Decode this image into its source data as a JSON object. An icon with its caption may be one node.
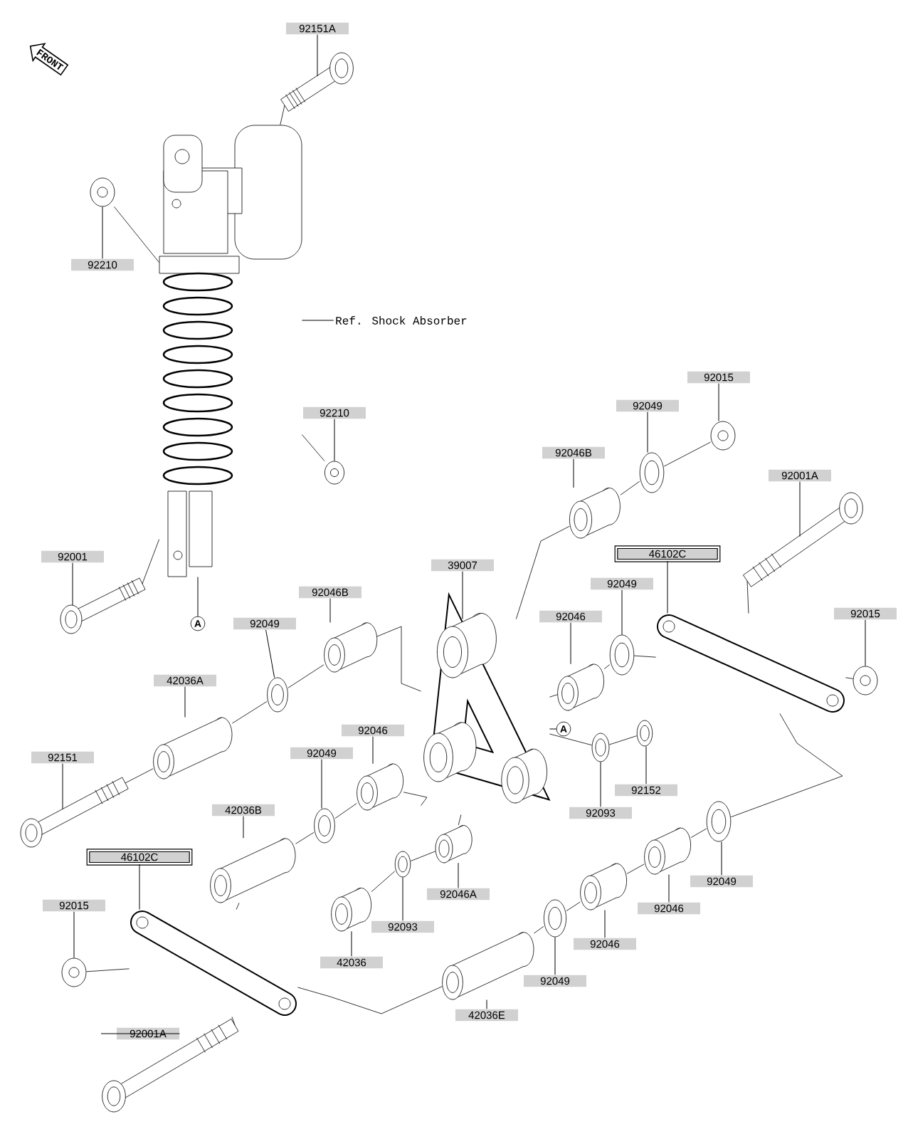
{
  "diagram": {
    "nodes": [
      {
        "text": [
          "92151A"
        ]
      },
      {
        "text": [
          "92210"
        ]
      },
      {
        "text": [
          "Ref. Shock Absorber"
        ]
      },
      {
        "text": [
          "92210"
        ]
      },
      {
        "text": [
          "92001"
        ]
      },
      {
        "text": [
          "A"
        ]
      },
      {
        "text": [
          "92046B"
        ]
      },
      {
        "text": [
          "92049"
        ]
      },
      {
        "text": [
          "42036A"
        ]
      },
      {
        "text": [
          "39007"
        ]
      },
      {
        "text": [
          "92046B"
        ]
      },
      {
        "text": [
          "92049"
        ]
      },
      {
        "text": [
          "92015"
        ]
      },
      {
        "text": [
          "92001A"
        ]
      },
      {
        "text": [
          "46102C"
        ]
      },
      {
        "text": [
          "92049"
        ]
      },
      {
        "text": [
          "92046"
        ]
      },
      {
        "text": [
          "92015"
        ]
      },
      {
        "text": [
          "92151"
        ]
      },
      {
        "text": [
          "92049"
        ]
      },
      {
        "text": [
          "92046"
        ]
      },
      {
        "text": [
          "A"
        ]
      },
      {
        "text": [
          "92152"
        ]
      },
      {
        "text": [
          "92093"
        ]
      },
      {
        "text": [
          "42036B"
        ]
      },
      {
        "text": [
          "46102C"
        ]
      },
      {
        "text": [
          "92015"
        ]
      },
      {
        "text": [
          "92093"
        ]
      },
      {
        "text": [
          "92046A"
        ]
      },
      {
        "text": [
          "42036"
        ]
      },
      {
        "text": [
          "92049"
        ]
      },
      {
        "text": [
          "92046"
        ]
      },
      {
        "text": [
          "92046"
        ]
      },
      {
        "text": [
          "92049"
        ]
      },
      {
        "text": [
          "42036E"
        ]
      },
      {
        "text": [
          "92001A"
        ]
      },
      {
        "text": [],
        "shape": "picture"
      },
      {
        "text": [],
        "shape": "picture"
      },
      {
        "text": [],
        "shape": "picture"
      },
      {
        "text": [],
        "shape": "picture"
      },
      {
        "text": [],
        "shape": "picture"
      },
      {
        "text": [],
        "shape": "picture"
      },
      {
        "text": [],
        "shape": "picture"
      },
      {
        "text": [],
        "shape": "picture"
      },
      {
        "text": [],
        "shape": "picture"
      },
      {
        "text": [],
        "shape": "picture"
      },
      {
        "text": [],
        "shape": "picture"
      },
      {
        "text": [],
        "shape": "picture"
      },
      {
        "text": [],
        "shape": "picture"
      },
      {
        "text": [],
        "shape": "picture"
      },
      {
        "text": [],
        "shape": "picture"
      },
      {
        "text": [],
        "shape": "picture"
      },
      {
        "text": [],
        "shape": "picture"
      },
      {
        "text": [],
        "shape": "picture"
      },
      {
        "text": [],
        "shape": "picture"
      },
      {
        "text": [],
        "shape": "picture"
      },
      {
        "text": [],
        "shape": "picture"
      },
      {
        "text": [],
        "shape": "picture"
      },
      {
        "text": [],
        "shape": "picture"
      },
      {
        "text": [],
        "shape": "picture"
      },
      {
        "text": [],
        "shape": "picture"
      },
      {
        "text": [],
        "shape": "picture"
      },
      {
        "text": [],
        "shape": "picture"
      },
      {
        "text": [],
        "shape": "picture"
      },
      {
        "text": [],
        "shape": "picture"
      },
      {
        "text": [],
        "shape": "picture"
      },
      {
        "text": [],
        "shape": "picture"
      },
      {
        "text": [],
        "shape": "picture"
      },
      {
        "text": [],
        "shape": "picture"
      },
      {
        "text": [],
        "shape": "picture"
      },
      {
        "text": [
          "FRONT"
        ]
      }
    ],
    "edges": [
      {
        "from": 0,
        "to": 36,
        "arrow": "none"
      },
      {
        "from": 1,
        "to": 38,
        "arrow": "none"
      },
      {
        "from": 2,
        "to": 37,
        "arrow": "none"
      },
      {
        "from": 3,
        "to": 39,
        "arrow": "none"
      },
      {
        "from": 4,
        "to": 40,
        "arrow": "none"
      },
      {
        "from": 5,
        "to": 37,
        "arrow": "none"
      },
      {
        "from": 6,
        "to": 41,
        "arrow": "none"
      },
      {
        "from": 7,
        "to": 42,
        "arrow": "none"
      },
      {
        "from": 8,
        "to": 43,
        "arrow": "none"
      },
      {
        "from": 9,
        "to": 44,
        "arrow": "none"
      },
      {
        "from": 10,
        "to": 45,
        "arrow": "none"
      },
      {
        "from": 11,
        "to": 46,
        "arrow": "none"
      },
      {
        "from": 12,
        "to": 47,
        "arrow": "none"
      },
      {
        "from": 13,
        "to": 48,
        "arrow": "none"
      },
      {
        "from": 14,
        "to": 49,
        "arrow": "none"
      },
      {
        "from": 15,
        "to": 50,
        "arrow": "none"
      },
      {
        "from": 16,
        "to": 51,
        "arrow": "none"
      },
      {
        "from": 17,
        "to": 52,
        "arrow": "none"
      },
      {
        "from": 18,
        "to": 53,
        "arrow": "none"
      },
      {
        "from": 19,
        "to": 54,
        "arrow": "none"
      },
      {
        "from": 20,
        "to": 55,
        "arrow": "none"
      },
      {
        "from": 21,
        "to": 44,
        "arrow": "none"
      },
      {
        "from": 22,
        "to": 57,
        "arrow": "none"
      },
      {
        "from": 23,
        "to": 56,
        "arrow": "none"
      },
      {
        "from": 24,
        "to": 58,
        "arrow": "none"
      },
      {
        "from": 25,
        "to": 59,
        "arrow": "none"
      },
      {
        "from": 26,
        "to": 60,
        "arrow": "none"
      },
      {
        "from": 27,
        "to": 61,
        "arrow": "none"
      },
      {
        "from": 28,
        "to": 62,
        "arrow": "none"
      },
      {
        "from": 29,
        "to": 63,
        "arrow": "none"
      },
      {
        "from": 30,
        "to": 64,
        "arrow": "none"
      },
      {
        "from": 31,
        "to": 65,
        "arrow": "none"
      },
      {
        "from": 32,
        "to": 66,
        "arrow": "none"
      },
      {
        "from": 33,
        "to": 67,
        "arrow": "none"
      },
      {
        "from": 34,
        "to": 68,
        "arrow": "none"
      },
      {
        "from": 35,
        "to": 69,
        "arrow": "none"
      },
      {
        "from": 36,
        "to": 37,
        "arrow": "none"
      },
      {
        "from": 38,
        "to": 37,
        "arrow": "none"
      },
      {
        "from": 39,
        "to": 37,
        "arrow": "none"
      },
      {
        "from": 40,
        "to": 37,
        "arrow": "none"
      },
      {
        "from": 42,
        "to": 41,
        "arrow": "none"
      },
      {
        "from": 41,
        "to": 44,
        "arrow": "none"
      },
      {
        "from": 43,
        "to": 42,
        "arrow": "none"
      },
      {
        "from": 53,
        "to": 43,
        "arrow": "none"
      },
      {
        "from": 45,
        "to": 46,
        "arrow": "none"
      },
      {
        "from": 46,
        "to": 47,
        "arrow": "none"
      },
      {
        "from": 44,
        "to": 45,
        "arrow": "none"
      },
      {
        "from": 48,
        "to": 49,
        "arrow": "none"
      },
      {
        "from": 49,
        "to": 50,
        "arrow": "none"
      },
      {
        "from": 50,
        "to": 51,
        "arrow": "none"
      },
      {
        "from": 51,
        "to": 44,
        "arrow": "none"
      },
      {
        "from": 49,
        "to": 52,
        "arrow": "none"
      },
      {
        "from": 49,
        "to": 64,
        "arrow": "none"
      },
      {
        "from": 64,
        "to": 65,
        "arrow": "none"
      },
      {
        "from": 65,
        "to": 66,
        "arrow": "none"
      },
      {
        "from": 66,
        "to": 67,
        "arrow": "none"
      },
      {
        "from": 67,
        "to": 68,
        "arrow": "none"
      },
      {
        "from": 68,
        "to": 59,
        "arrow": "none"
      },
      {
        "from": 69,
        "to": 59,
        "arrow": "none"
      },
      {
        "from": 59,
        "to": 58,
        "arrow": "none"
      },
      {
        "from": 58,
        "to": 54,
        "arrow": "none"
      },
      {
        "from": 54,
        "to": 55,
        "arrow": "none"
      },
      {
        "from": 55,
        "to": 44,
        "arrow": "none"
      },
      {
        "from": 60,
        "to": 59,
        "arrow": "none"
      },
      {
        "from": 63,
        "to": 61,
        "arrow": "none"
      },
      {
        "from": 61,
        "to": 62,
        "arrow": "none"
      },
      {
        "from": 62,
        "to": 44,
        "arrow": "none"
      },
      {
        "from": 44,
        "to": 56,
        "arrow": "none"
      },
      {
        "from": 56,
        "to": 57,
        "arrow": "none"
      }
    ]
  }
}
